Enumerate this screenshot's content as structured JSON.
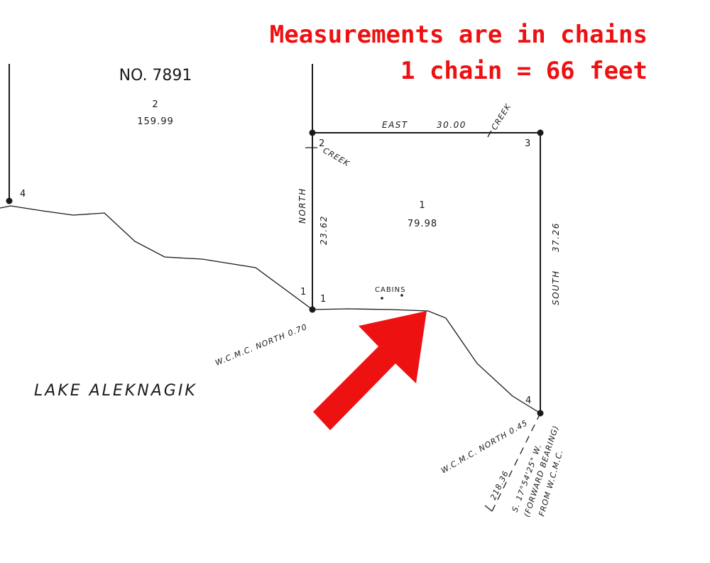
{
  "banner": {
    "line1": "Measurements are in chains",
    "line2": "1 chain = 66 feet",
    "color": "#ee1111"
  },
  "plat": {
    "survey_number": "NO. 7891",
    "lot2": {
      "number": "2",
      "acres": "159.99"
    },
    "lot1": {
      "number": "1",
      "acres": "79.98"
    },
    "lake": "LAKE ALEKNAGIK",
    "corners": {
      "c1": "1",
      "c1_left": "1",
      "c2": "2",
      "c3": "3",
      "c4": "4",
      "c4_lot2": "4"
    },
    "courses": {
      "north_label": "NORTH",
      "north_dist": "23.62",
      "east_label": "EAST",
      "east_dist": "30.00",
      "south_label": "SOUTH",
      "south_dist": "37.26"
    },
    "creek": "CREEK",
    "cabins": "CABINS",
    "wcmc1": "W.C.M.C. NORTH 0.70",
    "wcmc2": "W.C.M.C. NORTH 0.45",
    "tie": {
      "distance": "218.36",
      "bearing": "S. 17°54'25\" W.",
      "note1": "(FORWARD BEARING)",
      "note2": "FROM W.C.M.C."
    }
  },
  "arrow": {
    "color": "#ee1111"
  }
}
